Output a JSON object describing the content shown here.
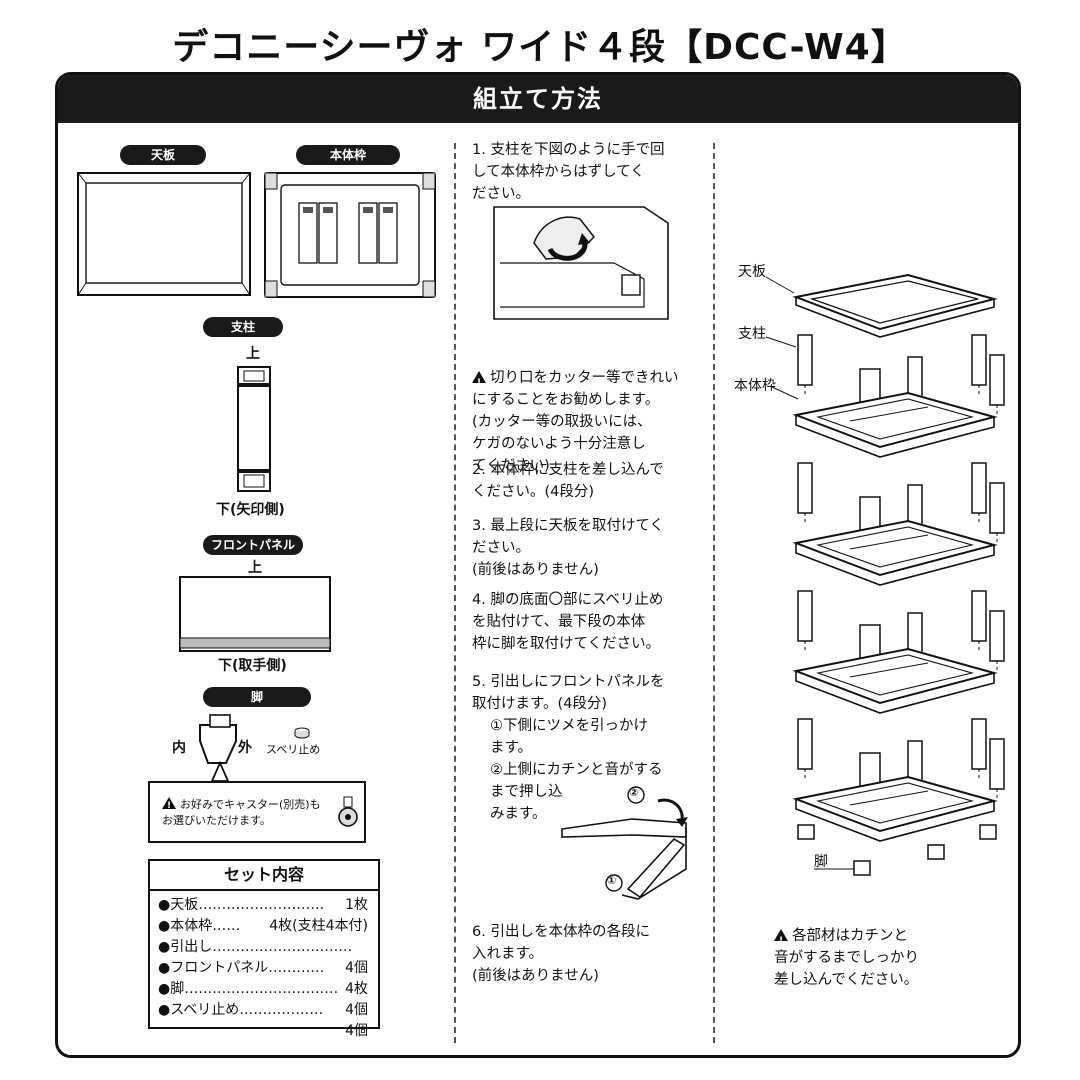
{
  "title": "デコニーシーヴォ ワイド４段【DCC-W4】",
  "banner": "組立て方法",
  "parts": {
    "tenita": "天板",
    "hontaiwaku": "本体枠",
    "shichu": "支柱",
    "shichu_top": "上",
    "shichu_bottom": "下(矢印側)",
    "front_panel": "フロントパネル",
    "front_top": "上",
    "front_bottom": "下(取手側)",
    "ashi": "脚",
    "ashi_in": "内",
    "ashi_out": "外",
    "suberi": "スベリ止め"
  },
  "caster_note": {
    "line1": "お好みでキャスター(別売)も",
    "line2": "お選びいただけます。"
  },
  "set": {
    "header": "セット内容",
    "items": [
      {
        "name": "●天板",
        "dots": "………………………",
        "qty": "1枚"
      },
      {
        "name": "●本体枠",
        "dots": "……",
        "qty": "4枚(支柱4本付)"
      },
      {
        "name": "●引出し",
        "dots": "…………………………",
        "qty": "4個"
      },
      {
        "name": "●フロントパネル",
        "dots": "…………",
        "qty": "4枚"
      },
      {
        "name": "●脚",
        "dots": "……………………………",
        "qty": "4個"
      },
      {
        "name": "●スベリ止め",
        "dots": "………………",
        "qty": "4個"
      }
    ]
  },
  "steps": {
    "s1": "1. 支柱を下図のように手で回\n    して本体枠からはずしてく\n    ださい。",
    "w1": "切り口をカッター等できれい\nにすることをお勧めします。\n(カッター等の取扱いには、\nケガのないよう十分注意し\nてください)",
    "s2": "2. 本体枠に支柱を差し込んで\n    ください。(4段分)",
    "s3": "3. 最上段に天板を取付けてく\n    ださい。\n    (前後はありません)",
    "s4": "4. 脚の底面〇部にスベリ止め\n    を貼付けて、最下段の本体\n    枠に脚を取付けてください。",
    "s5": "5. 引出しにフロントパネルを\n    取付けます。(4段分)",
    "s5a": "①下側にツメを引っかけ\n   ます。",
    "s5b": "②上側にカチンと音がする\n   まで押し込\n   みます。",
    "s6": "6. 引出しを本体枠の各段に\n    入れます。\n    (前後はありません)"
  },
  "callouts": {
    "c1": "①",
    "c2": "②"
  },
  "diagram": {
    "tenita": "天板",
    "shichu": "支柱",
    "hontaiwaku": "本体枠",
    "ashi": "脚"
  },
  "final_note": "各部材はカチンと\n音がするまでしっかり\n差し込んでください。"
}
